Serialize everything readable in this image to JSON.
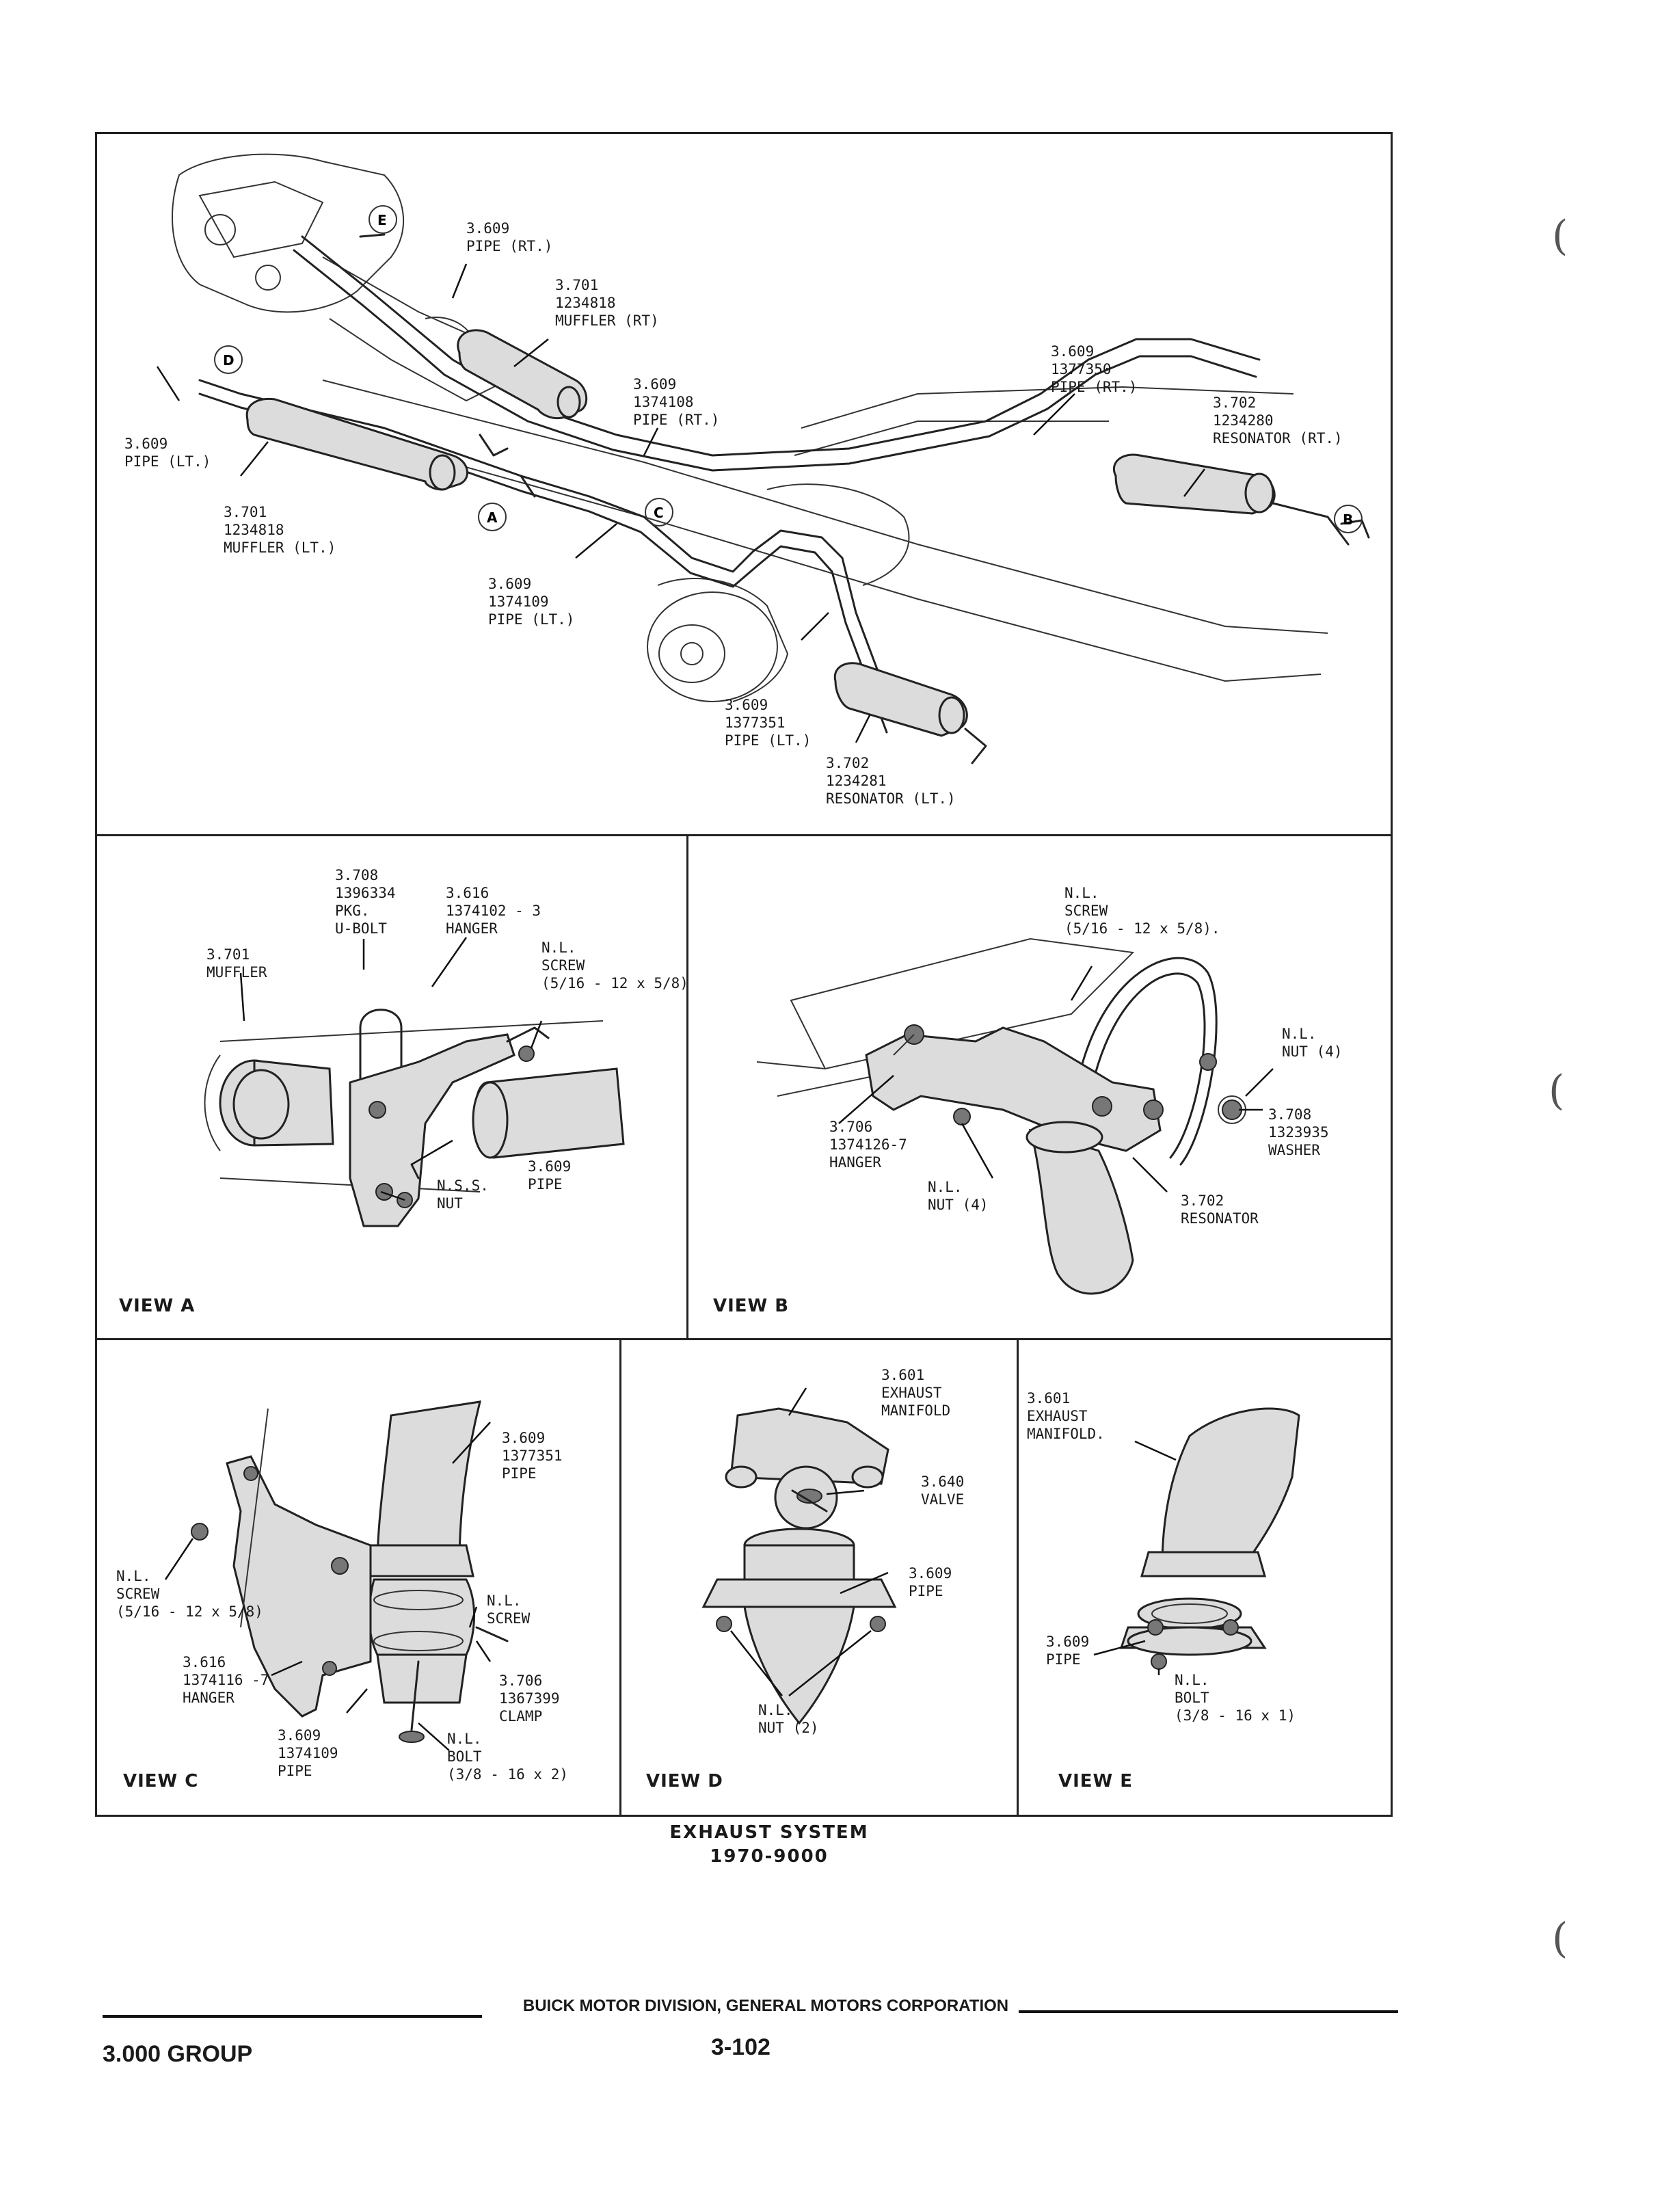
{
  "main": {
    "callouts": [
      {
        "id": "c1",
        "text": "3.609\nPIPE (RT.)"
      },
      {
        "id": "c2",
        "text": "3.701\n1234818\nMUFFLER (RT)"
      },
      {
        "id": "c3",
        "text": "3.609\n1377350\nPIPE (RT.)"
      },
      {
        "id": "c4",
        "text": "3.702\n1234280\nRESONATOR (RT.)"
      },
      {
        "id": "c5",
        "text": "3.609\n1374108\nPIPE (RT.)"
      },
      {
        "id": "c6",
        "text": "3.609\nPIPE (LT.)"
      },
      {
        "id": "c7",
        "text": "3.701\n1234818\nMUFFLER (LT.)"
      },
      {
        "id": "c8",
        "text": "3.609\n1374109\nPIPE (LT.)"
      },
      {
        "id": "c9",
        "text": "3.609\n1377351\nPIPE (LT.)"
      },
      {
        "id": "c10",
        "text": "3.702\n1234281\nRESONATOR (LT.)"
      }
    ],
    "view_markers": [
      "E",
      "D",
      "A",
      "C",
      "B"
    ]
  },
  "view_a": {
    "label": "VIEW A",
    "callouts": [
      {
        "id": "a1",
        "text": "3.708\n1396334\nPKG.\nU-BOLT"
      },
      {
        "id": "a2",
        "text": "3.616\n1374102 - 3\nHANGER"
      },
      {
        "id": "a3",
        "text": "3.701\nMUFFLER"
      },
      {
        "id": "a4",
        "text": "N.L.\nSCREW\n(5/16 - 12 x 5/8)"
      },
      {
        "id": "a5",
        "text": "3.609\nPIPE"
      },
      {
        "id": "a6",
        "text": "N.S.S.\nNUT"
      }
    ]
  },
  "view_b": {
    "label": "VIEW B",
    "callouts": [
      {
        "id": "b1",
        "text": "N.L.\nSCREW\n(5/16 - 12 x 5/8)."
      },
      {
        "id": "b2",
        "text": "N.L.\nNUT (4)"
      },
      {
        "id": "b3",
        "text": "3.708\n1323935\nWASHER"
      },
      {
        "id": "b4",
        "text": "3.706\n1374126-7\nHANGER"
      },
      {
        "id": "b5",
        "text": "N.L.\nNUT (4)"
      },
      {
        "id": "b6",
        "text": "3.702\nRESONATOR"
      }
    ]
  },
  "view_c": {
    "label": "VIEW C",
    "callouts": [
      {
        "id": "cc1",
        "text": "3.609\n1377351\nPIPE"
      },
      {
        "id": "cc2",
        "text": "N.L.\nSCREW\n(5/16 - 12 x 5/8)"
      },
      {
        "id": "cc3",
        "text": "N.L.\nSCREW"
      },
      {
        "id": "cc4",
        "text": "3.616\n1374116 -7\nHANGER"
      },
      {
        "id": "cc5",
        "text": "3.706\n1367399\nCLAMP"
      },
      {
        "id": "cc6",
        "text": "3.609\n1374109\nPIPE"
      },
      {
        "id": "cc7",
        "text": "N.L.\nBOLT\n(3/8 - 16 x 2)"
      }
    ]
  },
  "view_d": {
    "label": "VIEW D",
    "callouts": [
      {
        "id": "d1",
        "text": "3.601\nEXHAUST\nMANIFOLD"
      },
      {
        "id": "d2",
        "text": "3.640\nVALVE"
      },
      {
        "id": "d3",
        "text": "3.609\nPIPE"
      },
      {
        "id": "d4",
        "text": "N.L.\nNUT (2)"
      }
    ]
  },
  "view_e": {
    "label": "VIEW E",
    "callouts": [
      {
        "id": "e1",
        "text": "3.601\nEXHAUST\nMANIFOLD."
      },
      {
        "id": "e2",
        "text": "3.609\nPIPE"
      },
      {
        "id": "e3",
        "text": "N.L.\nBOLT\n(3/8 - 16 x 1)"
      }
    ]
  },
  "caption": {
    "title": "EXHAUST SYSTEM",
    "subtitle": "1970-9000"
  },
  "footer": {
    "division": "BUICK MOTOR DIVISION, GENERAL MOTORS CORPORATION",
    "group": "3.000 GROUP",
    "page": "3-102"
  }
}
